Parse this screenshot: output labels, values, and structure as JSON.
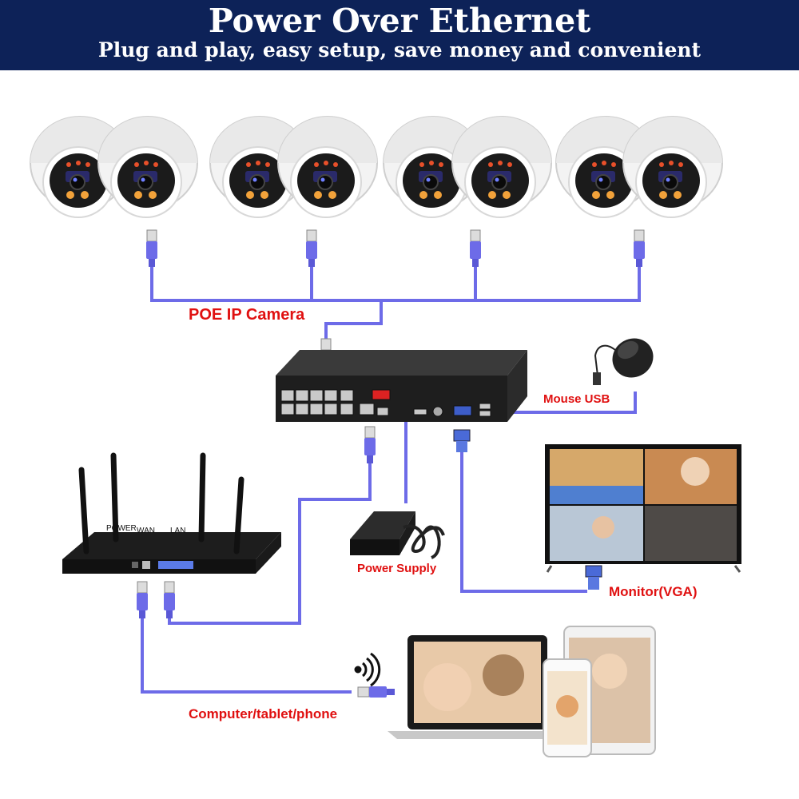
{
  "header": {
    "title": "Power Over Ethernet",
    "subtitle": "Plug and play, easy setup, save money and convenient"
  },
  "labels": {
    "cameras": "POE IP Camera",
    "mouse": "Mouse USB",
    "power_supply": "Power Supply",
    "monitor": "Monitor(VGA)",
    "devices": "Computer/tablet/phone"
  },
  "router_ports": {
    "power": "POWER",
    "wan": "WAN",
    "lan": "LAN"
  },
  "colors": {
    "banner": "#0d2258",
    "label_text": "#e01010",
    "cable": "#6d6be8"
  },
  "icons": [
    "dome-camera-icon",
    "rj45-connector-icon",
    "nvr-icon",
    "mouse-icon",
    "router-icon",
    "power-adapter-icon",
    "monitor-icon",
    "vga-connector-icon",
    "laptop-icon",
    "tablet-icon",
    "phone-icon",
    "wifi-icon"
  ]
}
